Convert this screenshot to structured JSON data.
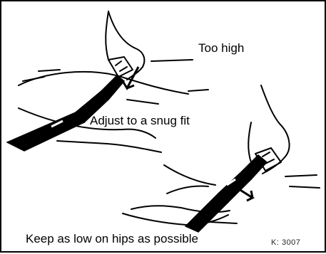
{
  "figure": {
    "labels": {
      "too_high": "Too high",
      "adjust_fit": "Adjust to a snug fit",
      "keep_low": "Keep as low on hips as possible"
    },
    "figure_code": "K: 3007"
  },
  "colors": {
    "ink": "#000000",
    "background": "#ffffff"
  }
}
